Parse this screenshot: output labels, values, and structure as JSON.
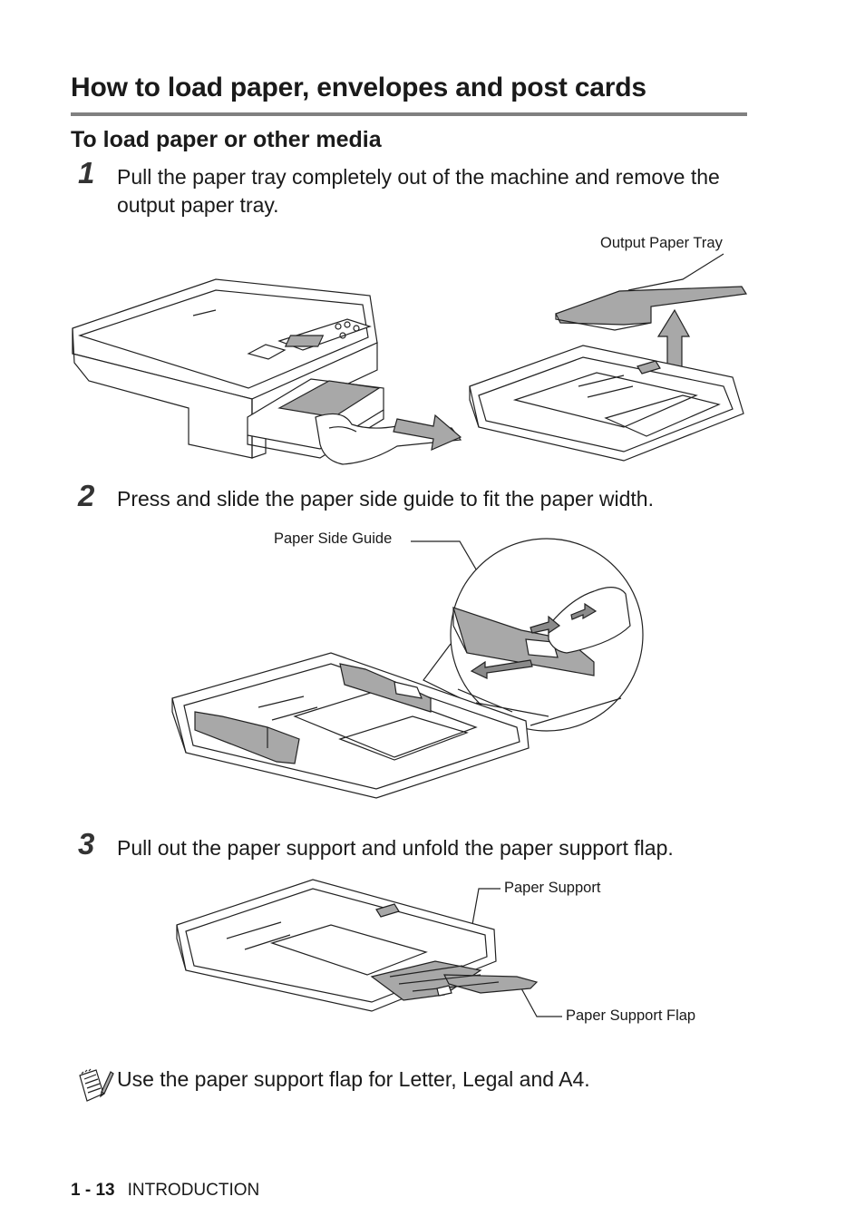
{
  "heading": "How to load paper, envelopes and post cards",
  "subheading": "To load paper or other media",
  "steps": [
    {
      "number": "1",
      "text": "Pull the paper tray completely out of the machine and remove the output paper tray."
    },
    {
      "number": "2",
      "text": "Press and slide the paper side guide to fit the paper width."
    },
    {
      "number": "3",
      "text": "Pull out the paper support and unfold the paper support flap."
    }
  ],
  "callouts": {
    "output_paper_tray": "Output Paper Tray",
    "paper_side_guide": "Paper Side Guide",
    "paper_support": "Paper Support",
    "paper_support_flap": "Paper Support Flap"
  },
  "note": {
    "icon": "note-pad-pencil-icon",
    "text": "Use the paper support flap for Letter, Legal and A4."
  },
  "footer": {
    "page": "1 - 13",
    "section": "INTRODUCTION"
  }
}
